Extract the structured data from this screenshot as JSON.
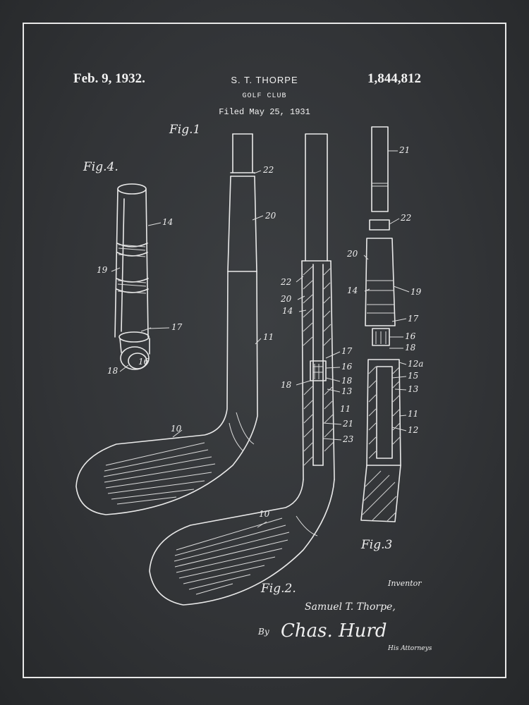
{
  "header": {
    "date": "Feb. 9, 1932.",
    "inventor": "S. T. THORPE",
    "patent_number": "1,844,812",
    "title": "GOLF CLUB",
    "filed": "Filed May 25, 1931"
  },
  "figures": {
    "fig1": "Fig.1",
    "fig2": "Fig.2.",
    "fig3": "Fig.3",
    "fig4": "Fig.4."
  },
  "labels": {
    "fig4": {
      "l14": "14",
      "l19": "19",
      "l17": "17",
      "l16": "16",
      "l18": "18"
    },
    "fig1": {
      "l22": "22",
      "l20": "20",
      "l11": "11",
      "l10": "10"
    },
    "fig2": {
      "l22": "22",
      "l20": "20",
      "l14": "14",
      "l17": "17",
      "l16": "16",
      "l18a": "18",
      "l18b": "18",
      "l13": "13",
      "l11": "11",
      "l21": "21",
      "l23": "23",
      "l10": "10"
    },
    "fig3": {
      "l21": "21",
      "l22": "22",
      "l20": "20",
      "l14": "14",
      "l19": "19",
      "l17": "17",
      "l16": "16",
      "l18": "18",
      "l12a": "12a",
      "l15": "15",
      "l13": "13",
      "l11": "11",
      "l12": "12"
    }
  },
  "signature": {
    "inventor_caption": "Inventor",
    "inventor_name": "Samuel T. Thorpe,",
    "by": "By",
    "attorney_sig": "Chas. Hurd",
    "attorneys_caption": "His Attorneys"
  }
}
